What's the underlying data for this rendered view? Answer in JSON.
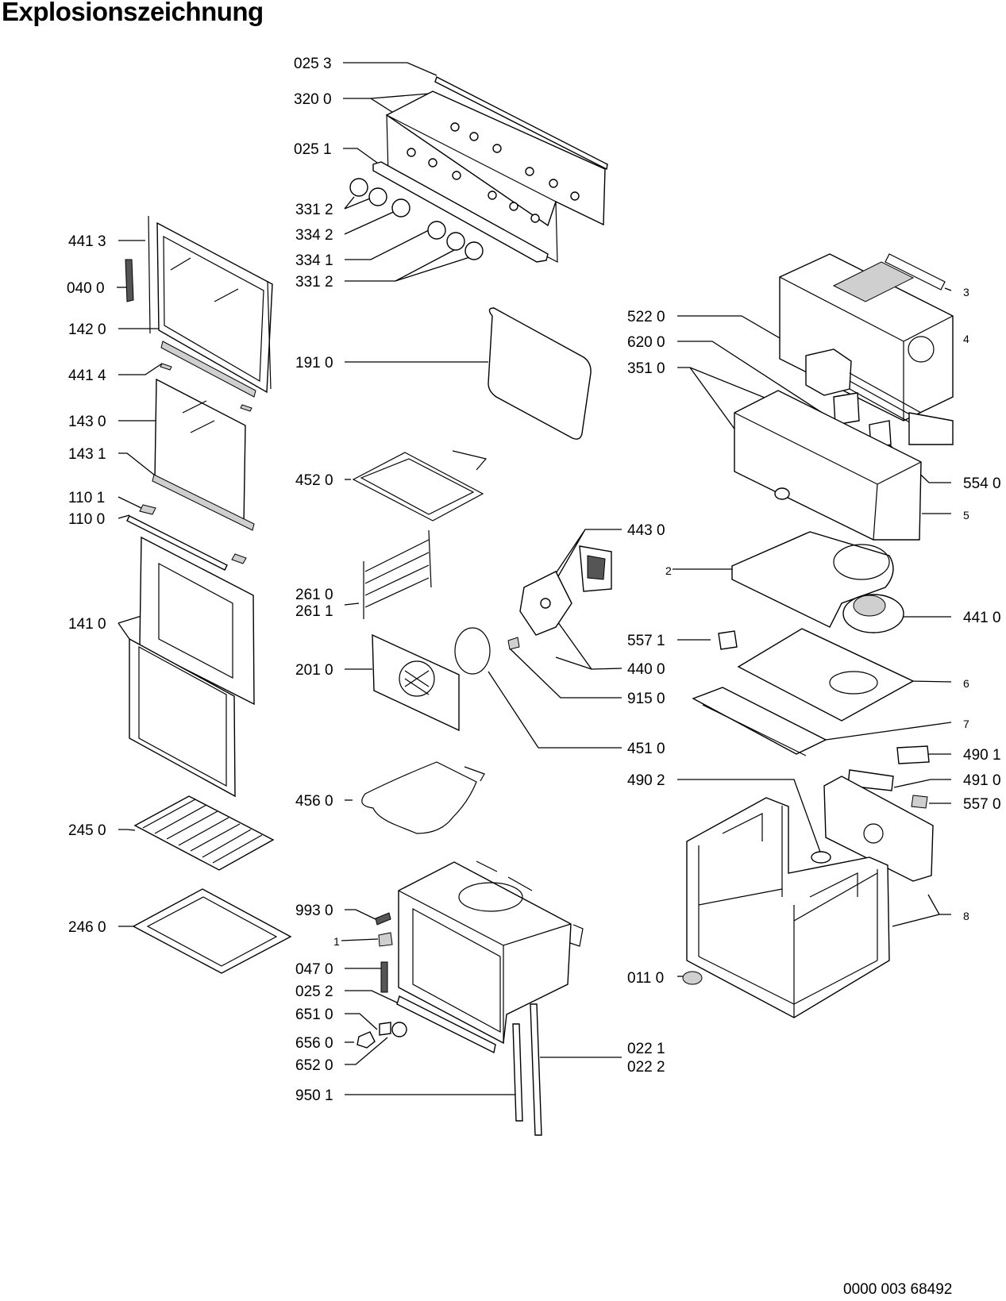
{
  "title": "Explosionszeichnung",
  "document_number": "0000 003 68492",
  "callouts": [
    {
      "id": "025-3",
      "text": "025 3"
    },
    {
      "id": "320-0",
      "text": "320 0"
    },
    {
      "id": "025-1",
      "text": "025 1"
    },
    {
      "id": "331-2a",
      "text": "331 2"
    },
    {
      "id": "334-2",
      "text": "334 2"
    },
    {
      "id": "334-1",
      "text": "334 1"
    },
    {
      "id": "331-2b",
      "text": "331 2"
    },
    {
      "id": "441-3",
      "text": "441 3"
    },
    {
      "id": "040-0",
      "text": "040 0"
    },
    {
      "id": "142-0",
      "text": "142 0"
    },
    {
      "id": "441-4",
      "text": "441 4"
    },
    {
      "id": "143-0",
      "text": "143 0"
    },
    {
      "id": "143-1",
      "text": "143 1"
    },
    {
      "id": "110-1",
      "text": "110 1"
    },
    {
      "id": "110-0",
      "text": "110 0"
    },
    {
      "id": "141-0",
      "text": "141 0"
    },
    {
      "id": "245-0",
      "text": "245 0"
    },
    {
      "id": "246-0",
      "text": "246 0"
    },
    {
      "id": "191-0",
      "text": "191 0"
    },
    {
      "id": "452-0",
      "text": "452 0"
    },
    {
      "id": "261-0",
      "text": "261 0"
    },
    {
      "id": "261-1",
      "text": "261 1"
    },
    {
      "id": "201-0",
      "text": "201 0"
    },
    {
      "id": "456-0",
      "text": "456 0"
    },
    {
      "id": "993-0",
      "text": "993 0"
    },
    {
      "id": "1",
      "text": "1"
    },
    {
      "id": "047-0",
      "text": "047 0"
    },
    {
      "id": "025-2",
      "text": "025 2"
    },
    {
      "id": "651-0",
      "text": "651 0"
    },
    {
      "id": "656-0",
      "text": "656 0"
    },
    {
      "id": "652-0",
      "text": "652 0"
    },
    {
      "id": "950-1",
      "text": "950 1"
    },
    {
      "id": "443-0",
      "text": "443 0"
    },
    {
      "id": "440-0",
      "text": "440 0"
    },
    {
      "id": "915-0",
      "text": "915 0"
    },
    {
      "id": "451-0",
      "text": "451 0"
    },
    {
      "id": "022-1",
      "text": "022 1"
    },
    {
      "id": "022-2",
      "text": "022 2"
    },
    {
      "id": "3",
      "text": "3"
    },
    {
      "id": "4",
      "text": "4"
    },
    {
      "id": "522-0",
      "text": "522 0"
    },
    {
      "id": "620-0",
      "text": "620 0"
    },
    {
      "id": "351-0",
      "text": "351 0"
    },
    {
      "id": "554-0",
      "text": "554 0"
    },
    {
      "id": "5",
      "text": "5"
    },
    {
      "id": "2",
      "text": "2"
    },
    {
      "id": "441-0",
      "text": "441 0"
    },
    {
      "id": "557-1",
      "text": "557 1"
    },
    {
      "id": "6",
      "text": "6"
    },
    {
      "id": "7",
      "text": "7"
    },
    {
      "id": "490-1",
      "text": "490 1"
    },
    {
      "id": "490-2",
      "text": "490 2"
    },
    {
      "id": "491-0",
      "text": "491 0"
    },
    {
      "id": "557-0",
      "text": "557 0"
    },
    {
      "id": "8",
      "text": "8"
    },
    {
      "id": "011-0",
      "text": "011 0"
    }
  ]
}
